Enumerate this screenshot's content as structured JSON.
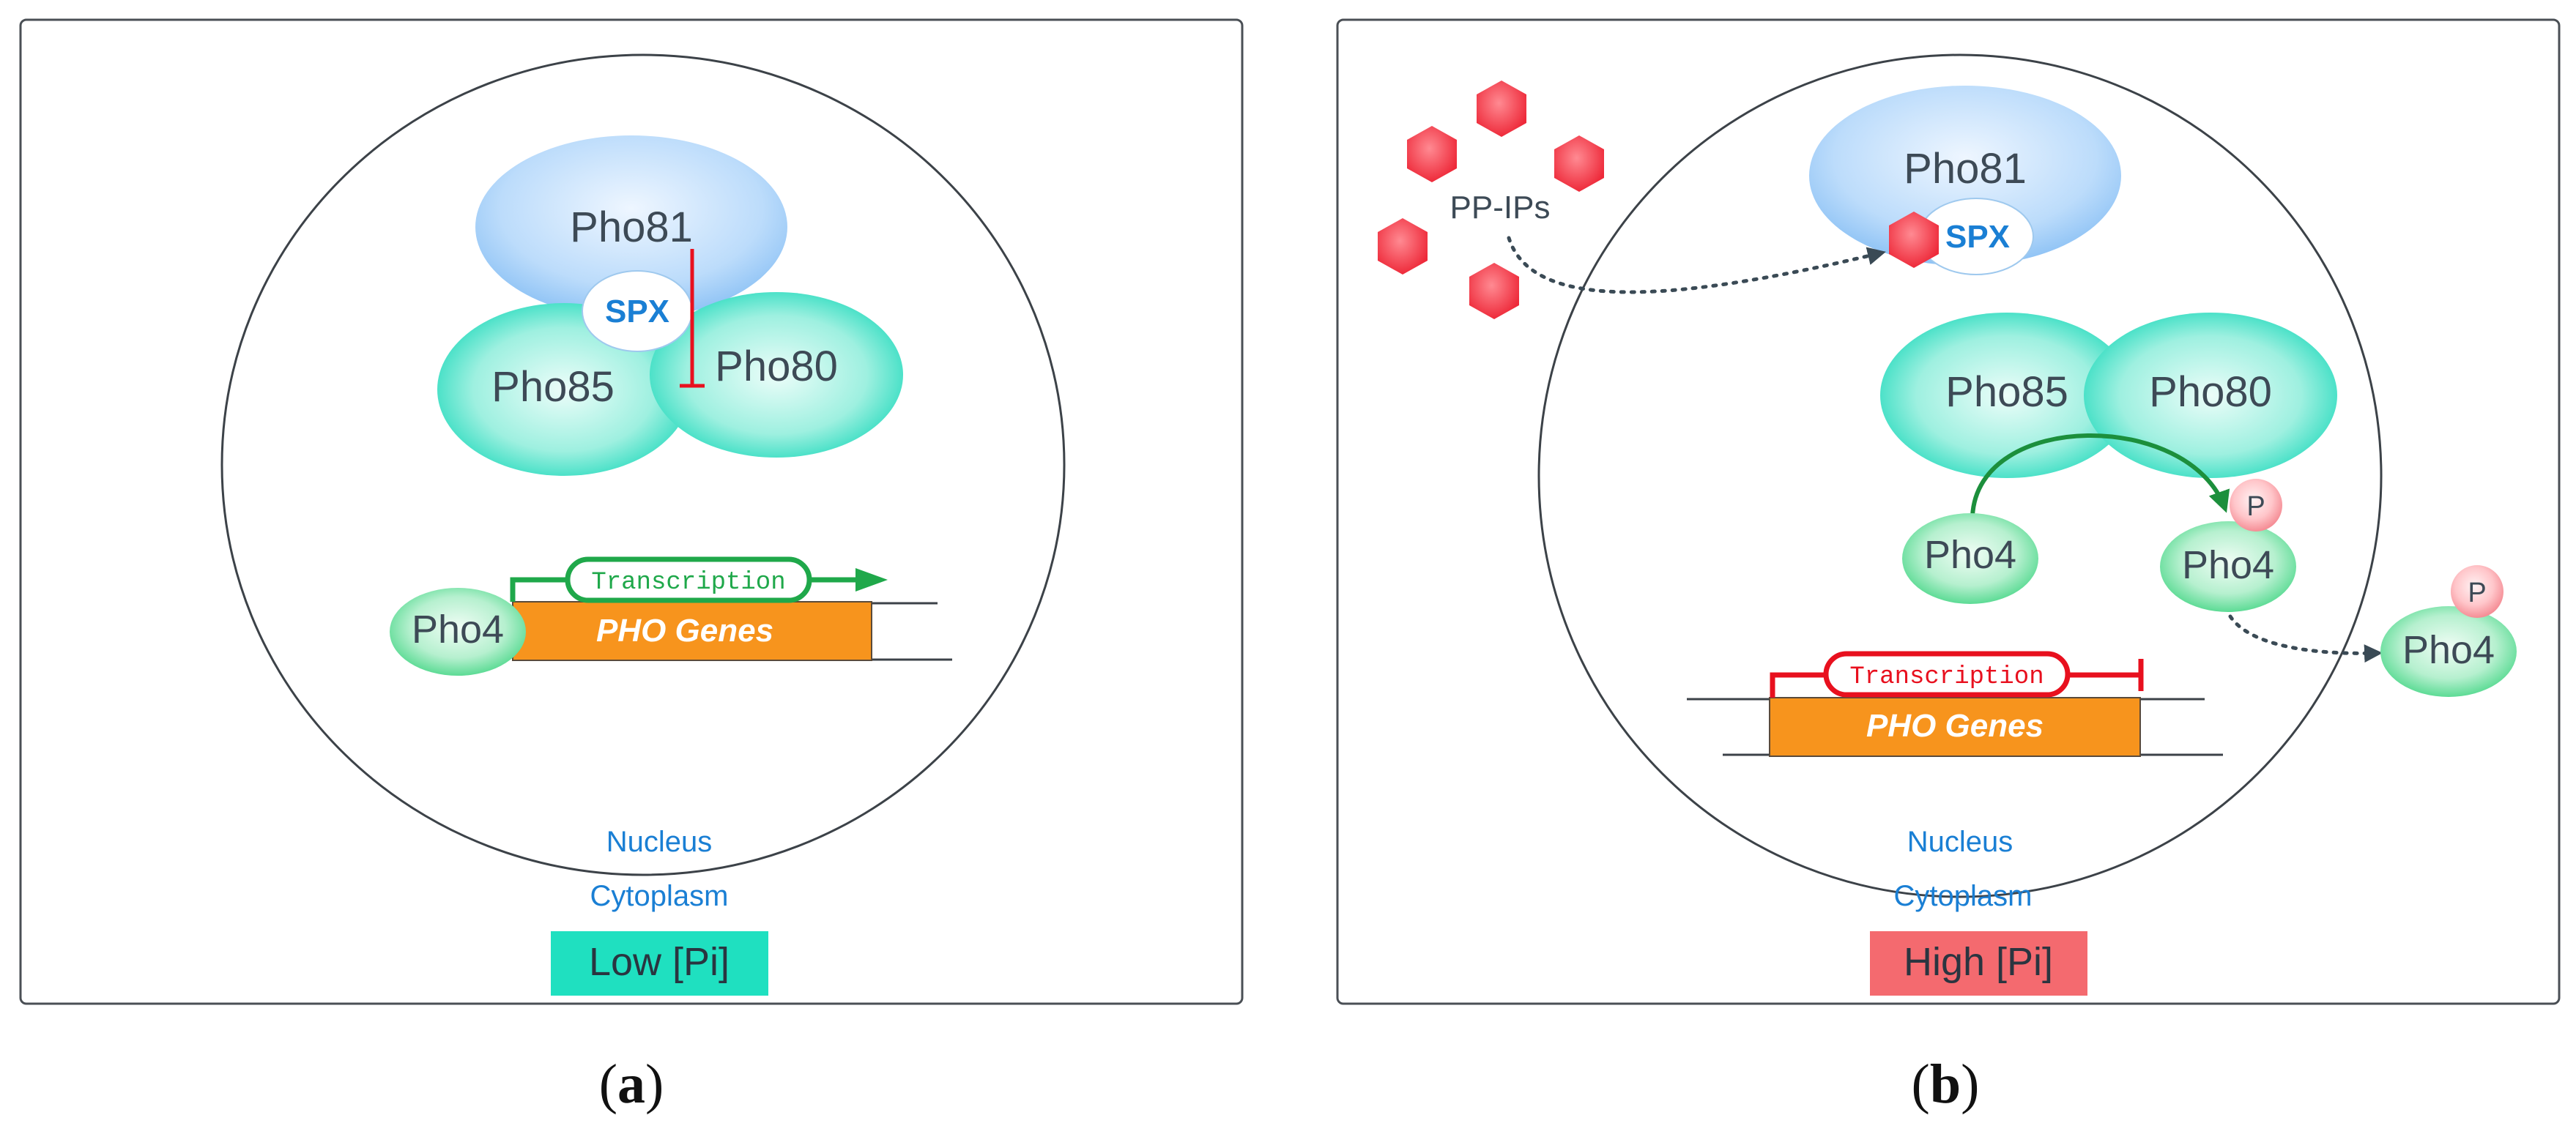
{
  "panel_a": {
    "proteins": {
      "pho81": "Pho81",
      "spx": "SPX",
      "pho85": "Pho85",
      "pho80": "Pho80",
      "pho4": "Pho4"
    },
    "transcription": "Transcription",
    "genes": "PHO Genes",
    "nucleus": "Nucleus",
    "cytoplasm": "Cytoplasm",
    "condition": "Low [Pi]",
    "condition_color": "#1fe0c0",
    "label": "(a)",
    "label_letter": "a"
  },
  "panel_b": {
    "ppips": "PP-IPs",
    "proteins": {
      "pho81": "Pho81",
      "spx": "SPX",
      "pho85": "Pho85",
      "pho80": "Pho80",
      "pho4": "Pho4",
      "pho4_phos": "Pho4",
      "pho4_exported": "Pho4",
      "phosphate_1": "P",
      "phosphate_2": "P"
    },
    "transcription": "Transcription",
    "genes": "PHO Genes",
    "nucleus": "Nucleus",
    "cytoplasm": "Cytoplasm",
    "condition": "High [Pi]",
    "condition_color": "#f46a6f",
    "label": "(b)",
    "label_letter": "b"
  },
  "colors": {
    "nucleus_text": "#1a7fd4",
    "spx_text": "#1a7fd4",
    "gene_box": "#f7941d",
    "activation": "#1fa84a",
    "inhibition": "#e8101e",
    "ppip": "#f03c48"
  }
}
